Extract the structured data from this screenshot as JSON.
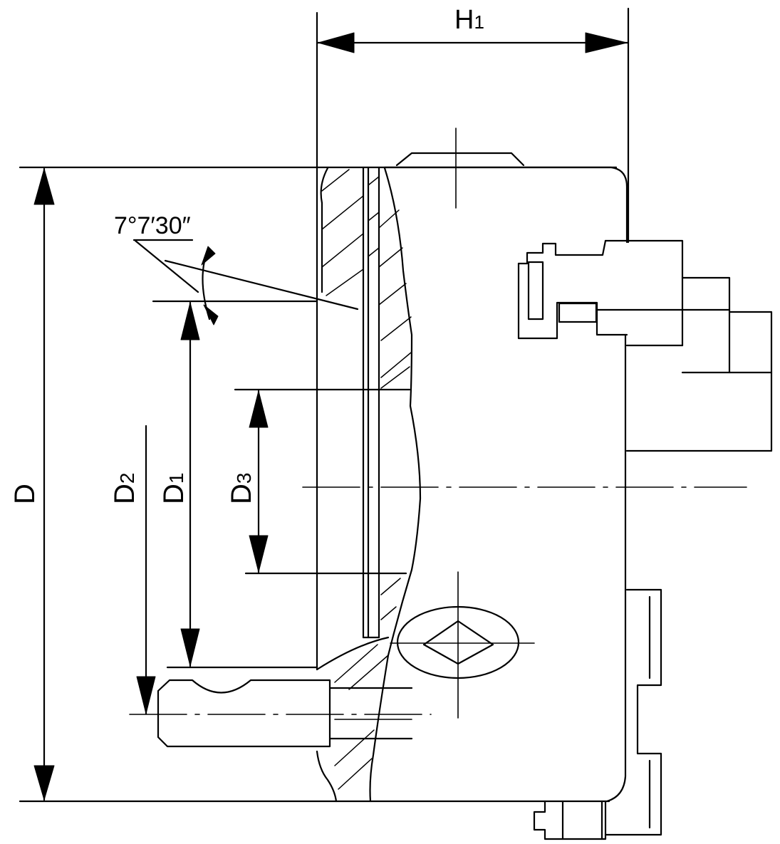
{
  "labels": {
    "h1": "H",
    "h1_sub": "1",
    "d": "D",
    "d1": "D",
    "d1_sub": "1",
    "d2": "D",
    "d2_sub": "2",
    "d3": "D",
    "d3_sub": "3",
    "angle": "7°7′30″"
  },
  "colors": {
    "line": "#000000",
    "background": "#ffffff"
  }
}
